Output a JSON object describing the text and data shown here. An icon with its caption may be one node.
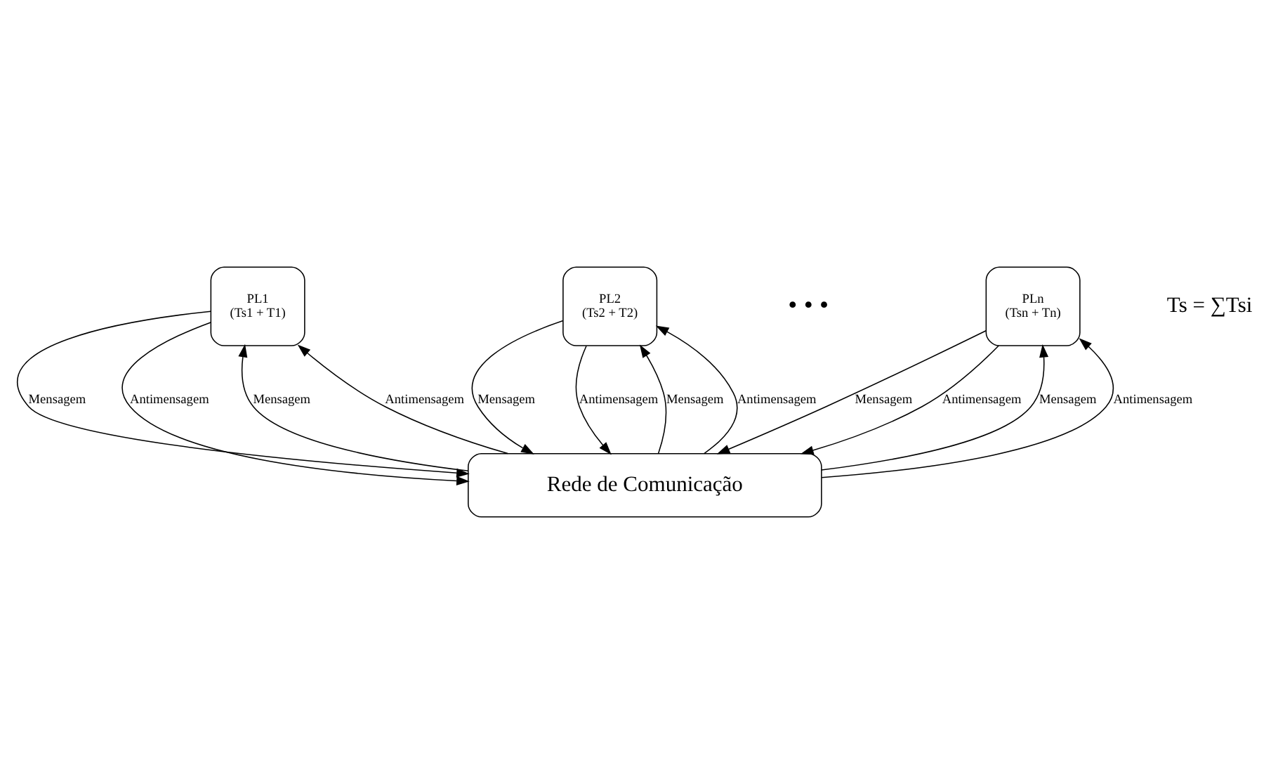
{
  "diagram": {
    "nodes": [
      {
        "text": [
          "PL1",
          "(Ts1 + T1)"
        ]
      },
      {
        "text": [
          "PL2",
          "(Ts2 + T2)"
        ]
      },
      {
        "text": [
          "PLn",
          "(Tsn + Tn)"
        ]
      },
      {
        "text": [
          "Rede de Comunicação"
        ]
      }
    ],
    "edges": [
      {
        "from": 0,
        "to": 3,
        "arrow": "to",
        "label": "Mensagem"
      },
      {
        "from": 0,
        "to": 3,
        "arrow": "to",
        "label": "Antimensagem"
      },
      {
        "from": 3,
        "to": 0,
        "arrow": "to",
        "label": "Mensagem"
      },
      {
        "from": 3,
        "to": 0,
        "arrow": "to",
        "label": "Antimensagem"
      },
      {
        "from": 1,
        "to": 3,
        "arrow": "to",
        "label": "Mensagem"
      },
      {
        "from": 1,
        "to": 3,
        "arrow": "to",
        "label": "Antimensagem"
      },
      {
        "from": 3,
        "to": 1,
        "arrow": "to",
        "label": "Mensagem"
      },
      {
        "from": 3,
        "to": 1,
        "arrow": "to",
        "label": "Antimensagem"
      },
      {
        "from": 2,
        "to": 3,
        "arrow": "to",
        "label": "Mensagem"
      },
      {
        "from": 2,
        "to": 3,
        "arrow": "to",
        "label": "Antimensagem"
      },
      {
        "from": 3,
        "to": 2,
        "arrow": "to",
        "label": "Mensagem"
      },
      {
        "from": 3,
        "to": 2,
        "arrow": "to",
        "label": "Antimensagem"
      }
    ],
    "labels": [
      "Ts = ∑Tsi",
      "• • •"
    ]
  }
}
